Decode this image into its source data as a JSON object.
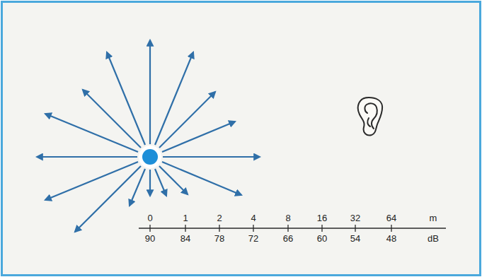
{
  "diagram": {
    "labels": [
      "0",
      "1",
      "2",
      "4",
      "8",
      "16",
      "32",
      "64",
      "m",
      "90",
      "84",
      "78",
      "72",
      "66",
      "60",
      "54",
      "48",
      "dB"
    ]
  }
}
